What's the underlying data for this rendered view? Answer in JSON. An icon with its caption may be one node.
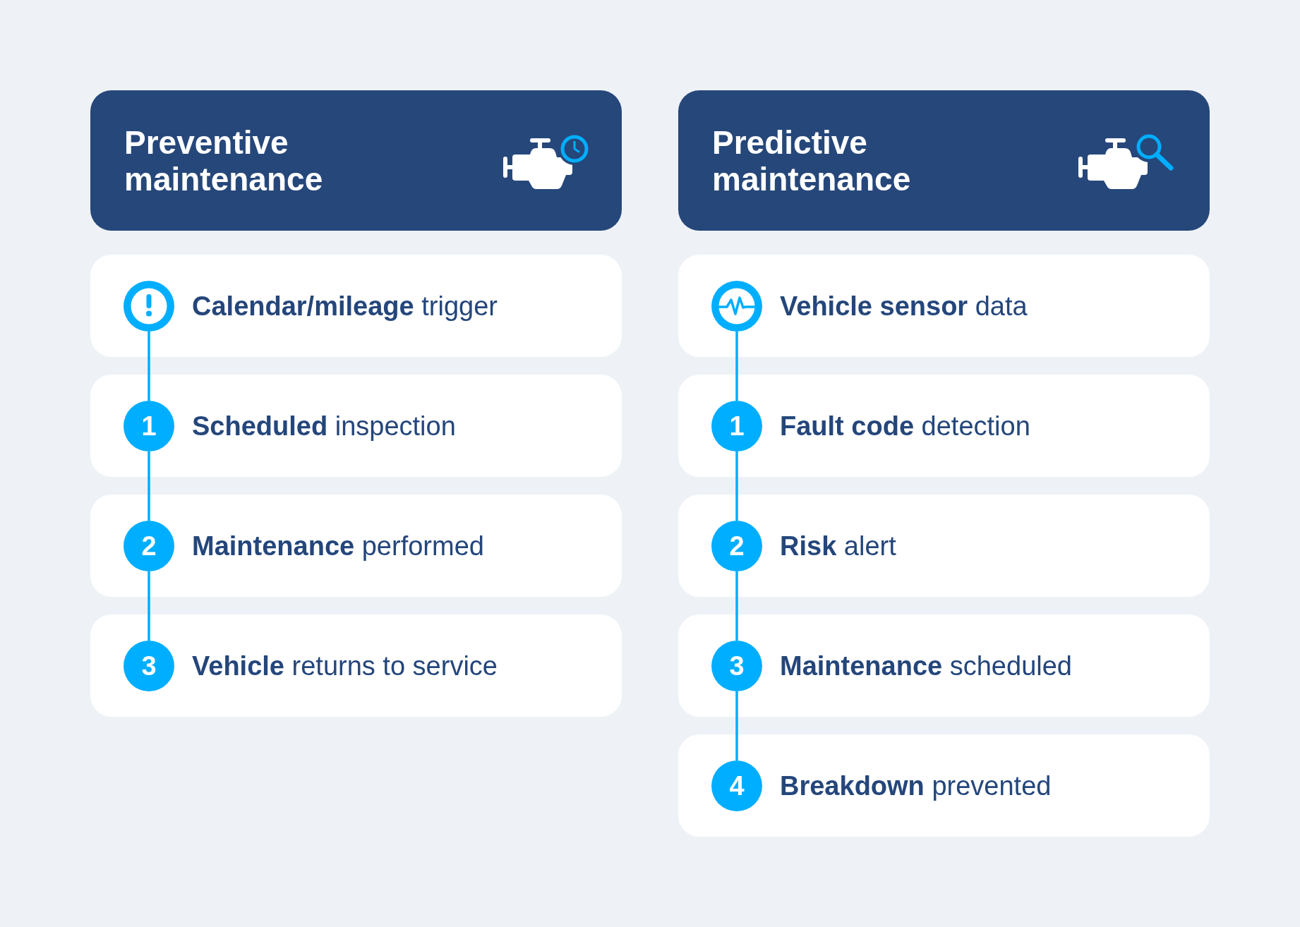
{
  "diagram": {
    "nodes": [
      {
        "text": [
          "Preventive maintenance"
        ]
      },
      {
        "text": [
          "**Calendar/mileage** trigger"
        ]
      },
      {
        "text": [],
        "shape": "circle",
        "in": 1
      },
      {
        "text": [
          "**Scheduled** inspection"
        ]
      },
      {
        "text": [
          "1"
        ],
        "in": 3
      },
      {
        "text": [
          "**Maintenance** performed"
        ]
      },
      {
        "text": [
          "2"
        ],
        "in": 5
      },
      {
        "text": [
          "**Vehicle** returns to service"
        ]
      },
      {
        "text": [
          "3"
        ],
        "in": 7
      },
      {
        "text": [
          "Predictive maintenance"
        ]
      },
      {
        "text": [
          "**Vehicle sensor** data"
        ]
      },
      {
        "text": [],
        "shape": "circle",
        "in": 10
      },
      {
        "text": [
          "**Fault code** detection"
        ]
      },
      {
        "text": [
          "1"
        ],
        "in": 12
      },
      {
        "text": [
          "**Risk** alert"
        ]
      },
      {
        "text": [
          "2"
        ],
        "in": 14
      },
      {
        "text": [
          "**Maintenance** scheduled"
        ]
      },
      {
        "text": [
          "3"
        ],
        "in": 16
      },
      {
        "text": [
          "**Breakdown** prevented"
        ]
      },
      {
        "text": [
          "4"
        ],
        "in": 18
      }
    ],
    "edges": [
      {
        "from": 2,
        "to": 4,
        "arrow": "none"
      },
      {
        "from": 4,
        "to": 6,
        "arrow": "none"
      },
      {
        "from": 6,
        "to": 8,
        "arrow": "none"
      },
      {
        "from": 11,
        "to": 13,
        "arrow": "none"
      },
      {
        "from": 13,
        "to": 15,
        "arrow": "none"
      },
      {
        "from": 15,
        "to": 17,
        "arrow": "none"
      },
      {
        "from": 17,
        "to": 19,
        "arrow": "none"
      }
    ]
  }
}
